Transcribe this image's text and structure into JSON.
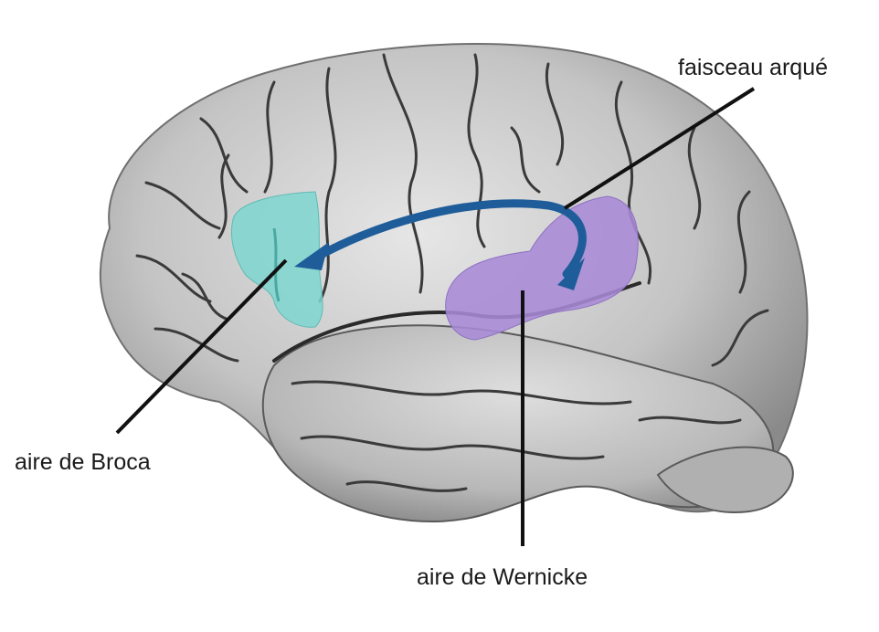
{
  "labels": {
    "arcuate": "faisceau arqué",
    "broca": "aire de Broca",
    "wernicke": "aire de Wernicke"
  },
  "colors": {
    "background": "#ffffff",
    "brain_fill": "#c9c9c9",
    "brain_shadow": "#8f8f8f",
    "gyri_line": "#3a3a3a",
    "broca_area": "#7fd6d0",
    "wernicke_area": "#a88bd6",
    "arcuate_arrow": "#1f5d9a",
    "leader_line": "#111111"
  },
  "icons": {
    "arrow": "curved-arrow-icon"
  }
}
